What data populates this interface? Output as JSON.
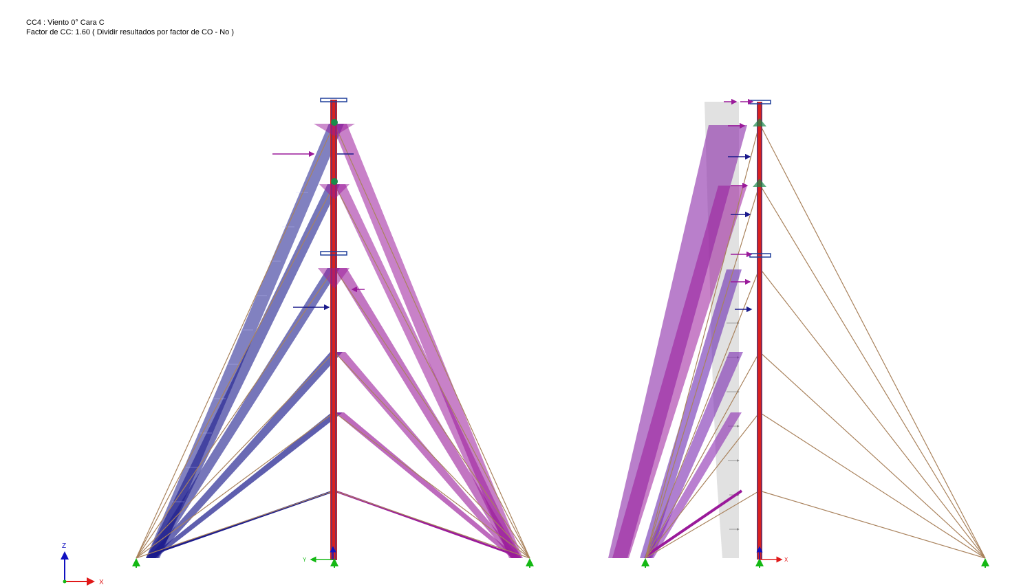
{
  "header": {
    "line1": "CC4 : Viento 0° Cara C",
    "line2": "Factor de CC: 1.60 ( Dividir resultados por factor de CO - No )"
  },
  "global_axes": {
    "z": "Z",
    "x": "X"
  },
  "left_view_axes": {
    "y": "Y"
  },
  "right_view_axes": {
    "x": "X"
  },
  "colors": {
    "mast_red": "#d9211f",
    "mast_blue": "#1f3f9a",
    "guy_brown": "#a9825c",
    "load_blue": "#1a1a8c",
    "load_magenta": "#9a1a9a",
    "support_green": "#14b814",
    "gray_panel": "#d9d9d9"
  }
}
